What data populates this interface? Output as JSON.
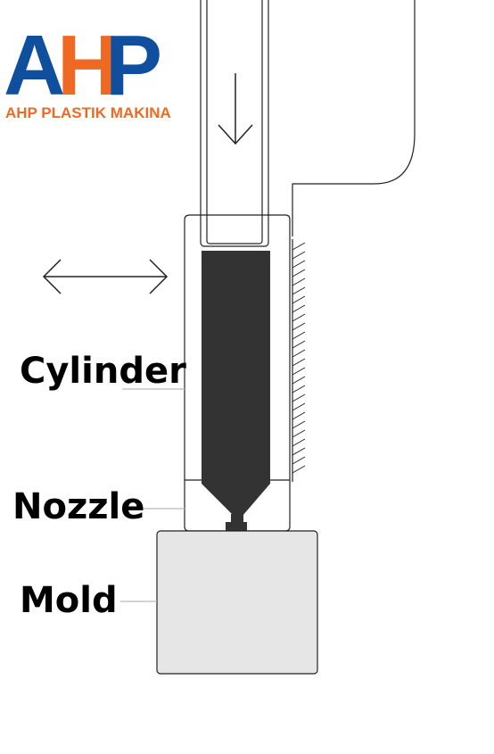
{
  "logo": {
    "letter_a": "A",
    "letter_h": "H",
    "letter_p": "P",
    "company_name": "AHP PLASTIK MAKINA",
    "brand_blue": "#0f4f9e",
    "brand_orange": "#ee6a24"
  },
  "labels": {
    "cylinder": "Cylinder",
    "nozzle": "Nozzle",
    "mold": "Mold"
  },
  "colors": {
    "outline": "#222222",
    "melt": "#333333",
    "mold_fill": "#e6e6e6",
    "leader_line": "#bbbbbb"
  },
  "icons": {
    "plunger_direction": "arrow-down-icon",
    "cylinder_motion": "double-arrow-horizontal-icon"
  }
}
